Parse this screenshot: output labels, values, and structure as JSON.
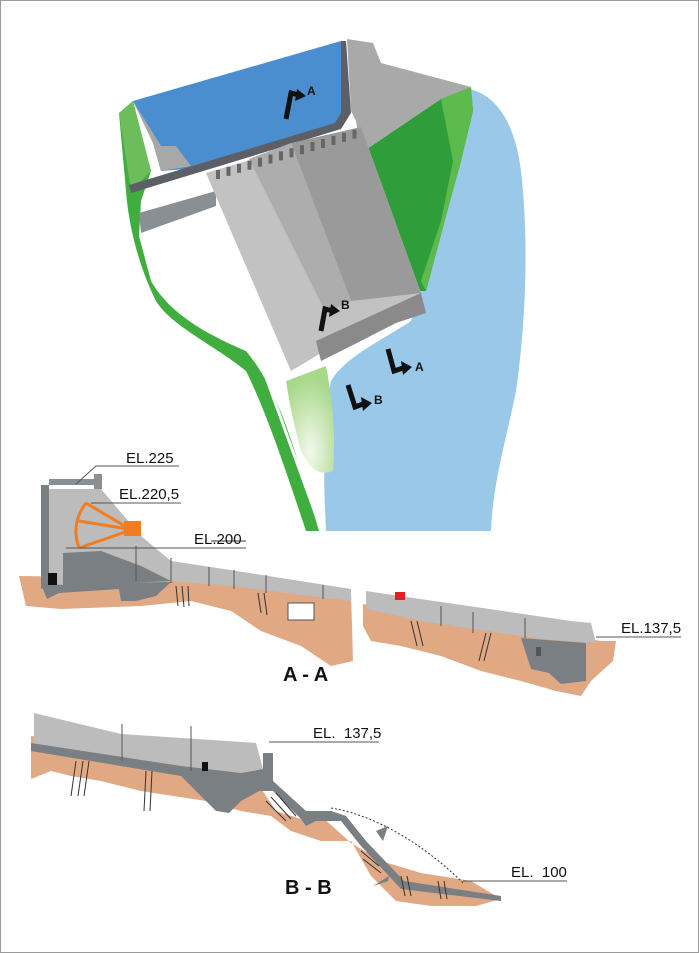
{
  "plan": {
    "section_markers": [
      "A",
      "B",
      "A",
      "B"
    ]
  },
  "section_aa": {
    "title": "A - A",
    "elevations": [
      "EL.225",
      "EL.220,5",
      "EL.200",
      "EL.137,5"
    ]
  },
  "section_bb": {
    "title": "B - B",
    "elevations": [
      "EL.  137,5",
      "EL.  100"
    ]
  },
  "colors": {
    "reservoir": "#4a8ecf",
    "river": "#9ac8e9",
    "grass": "#3fae3f",
    "concrete": "#b9b9b9",
    "concrete_dark": "#7a7f84",
    "rock": "#e0a883",
    "gate": "#f07d22",
    "marker_red": "#e02020"
  }
}
